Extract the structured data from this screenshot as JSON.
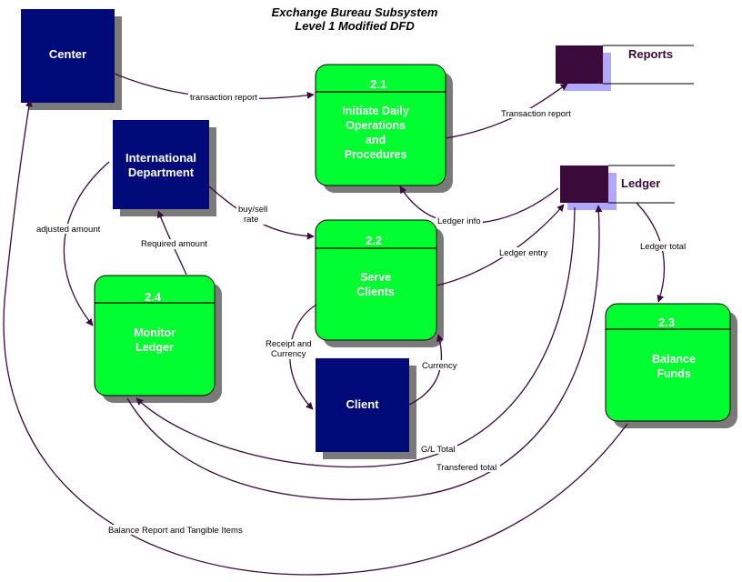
{
  "title": {
    "line1": "Exchange Bureau Subsystem",
    "line2": "Level 1  Modified DFD"
  },
  "colors": {
    "entity_fill": "#000a78",
    "process_fill": "#00ff30",
    "store_fill": "#3a0a3a",
    "store_shadow": "#b0a8ff",
    "shadow": "#7a7a7a",
    "arrow": "#3a0a3a"
  },
  "entities": {
    "center": "Center",
    "international_line1": "International",
    "international_line2": "Department",
    "client": "Client"
  },
  "processes": {
    "p21": {
      "id": "2.1",
      "line1": "Initiate Daily",
      "line2": "Operations",
      "line3": "and",
      "line4": "Procedures"
    },
    "p22": {
      "id": "2.2",
      "line1": "Serve",
      "line2": "Clients"
    },
    "p23": {
      "id": "2.3",
      "line1": "Balance",
      "line2": "Funds"
    },
    "p24": {
      "id": "2.4",
      "line1": "Monitor",
      "line2": "Ledger"
    }
  },
  "stores": {
    "reports": "Reports",
    "ledger": "Ledger"
  },
  "flows": {
    "transaction_report_lower": "transaction report",
    "transaction_report_upper": "Transaction report",
    "buy_sell_line1": "buy/sell",
    "buy_sell_line2": "rate",
    "adjusted_amount": "adjusted amount",
    "required_amount": "Required amount",
    "ledger_info": "Ledger info",
    "ledger_entry": "Ledger entry",
    "ledger_total": "Ledger total",
    "receipt_line1": "Receipt and",
    "receipt_line2": "Currency",
    "currency": "Currency",
    "gl_total": "G/L Total",
    "transfered_total": "Transfered total",
    "balance_report": "Balance Report and Tangible Items"
  }
}
